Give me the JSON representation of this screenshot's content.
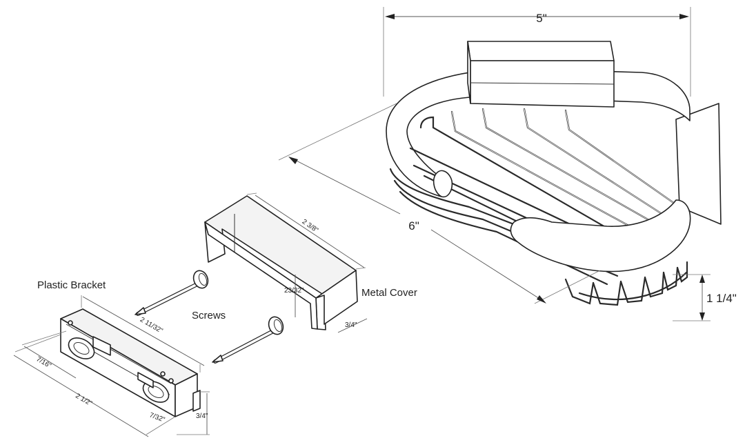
{
  "dimensions": {
    "basket_width": "5\"",
    "basket_depth": "6\"",
    "basket_height": "1 1/4\"",
    "cover_length": "2 3/8\"",
    "cover_height": "23/32\"",
    "cover_depth": "3/4\"",
    "bracket_length": "2 11/32\"",
    "bracket_total": "2 1/2\"",
    "bracket_offset": "7/16\"",
    "bracket_hole": "7/32\"",
    "bracket_depth": "3/4\""
  },
  "labels": {
    "plastic_bracket": "Plastic Bracket",
    "metal_cover": "Metal Cover",
    "screws": "Screws"
  }
}
